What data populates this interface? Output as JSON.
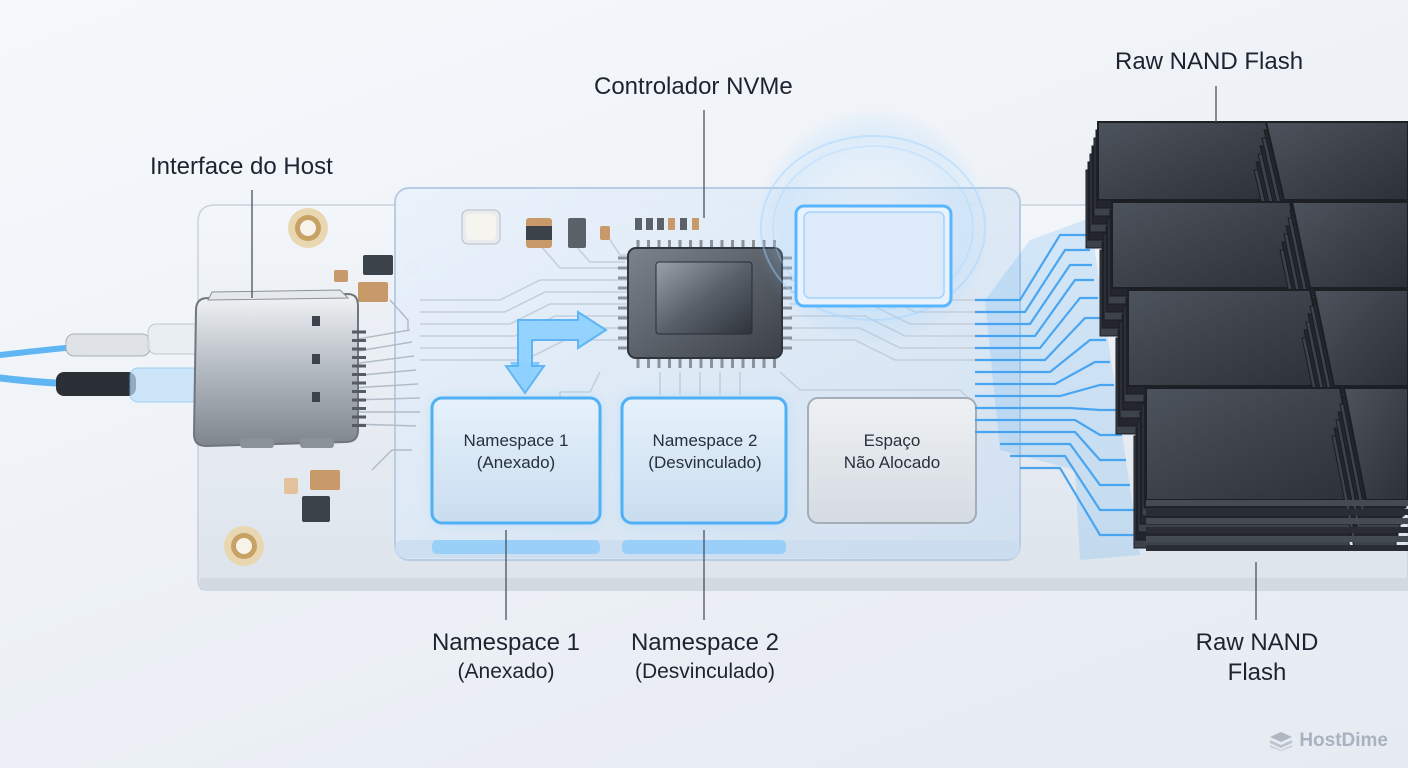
{
  "labels": {
    "host_interface": "Interface do Host",
    "controller": "Controlador NVMe",
    "raw_nand_top": "Raw NAND Flash",
    "namespace1_title": "Namespace 1",
    "namespace1_sub": "(Anexado)",
    "namespace2_title": "Namespace 2",
    "namespace2_sub": "(Desvinculado)",
    "raw_nand_bottom_line1": "Raw NAND",
    "raw_nand_bottom_line2": "Flash"
  },
  "blocks": {
    "namespace1_line1": "Namespace 1",
    "namespace1_line2": "(Anexado)",
    "namespace2_line1": "Namespace 2",
    "namespace2_line2": "(Desvinculado)",
    "unallocated_line1": "Espaço",
    "unallocated_line2": "Não Alocado"
  },
  "brand": {
    "name": "HostDime"
  },
  "colors": {
    "accent_blue": "#3aa0f0",
    "glow_blue": "#5cc0ff",
    "nand_dark": "#3a3f47",
    "board_glass": "#dfe9f4",
    "text_dark": "#1d2430"
  }
}
